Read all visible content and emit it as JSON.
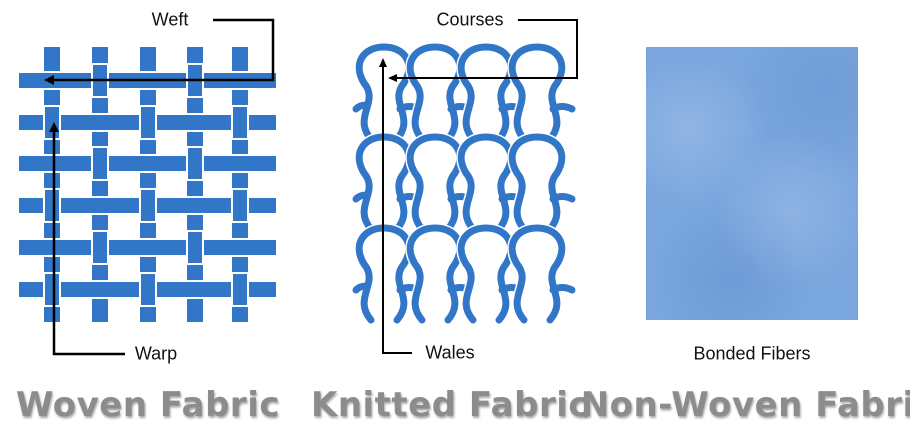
{
  "woven": {
    "title": "Woven Fabric",
    "weft_label": "Weft",
    "warp_label": "Warp"
  },
  "knitted": {
    "title": "Knitted Fabric",
    "courses_label": "Courses",
    "wales_label": "Wales"
  },
  "nonwoven": {
    "title": "Non-Woven Fabric",
    "fibers_label": "Bonded Fibers"
  },
  "colors": {
    "fabric": "#3276c8",
    "title": "#8c8c8c",
    "arrow": "#000000"
  }
}
